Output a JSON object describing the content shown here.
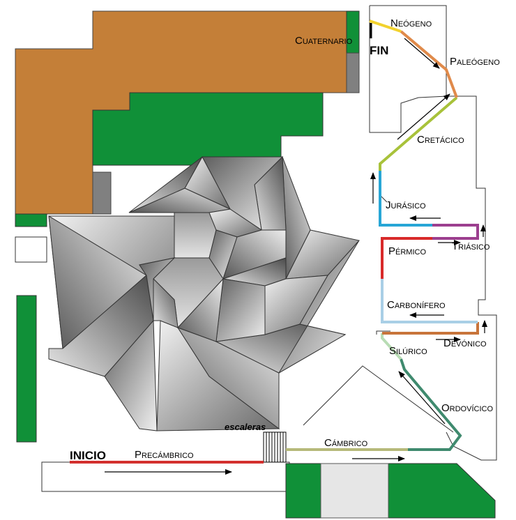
{
  "labels": {
    "start": "INICIO",
    "end": "FIN",
    "stairs": "escaleras"
  },
  "periods": [
    {
      "id": "precambrico",
      "name": "Precámbrico",
      "color": "#d3302e"
    },
    {
      "id": "cambrico",
      "name": "Cámbrico",
      "color": "#b6b97a"
    },
    {
      "id": "ordovicico",
      "name": "Ordovícico",
      "color": "#3f8a6e"
    },
    {
      "id": "silurico",
      "name": "Silúrico",
      "color": "#b8dcb4"
    },
    {
      "id": "devonico",
      "name": "Devónico",
      "color": "#c8743a"
    },
    {
      "id": "carbonifero",
      "name": "Carbonífero",
      "color": "#a9cfe6"
    },
    {
      "id": "permico",
      "name": "Pérmico",
      "color": "#d82a2a"
    },
    {
      "id": "triasico",
      "name": "Triásico",
      "color": "#9c3f8f"
    },
    {
      "id": "jurasico",
      "name": "Jurásico",
      "color": "#27a6d6"
    },
    {
      "id": "cretacico",
      "name": "Cretácico",
      "color": "#a8c23a"
    },
    {
      "id": "paleogeno",
      "name": "Paleógeno",
      "color": "#e08a4a"
    },
    {
      "id": "neogeno",
      "name": "Neógeno",
      "color": "#f2d22e"
    },
    {
      "id": "cuaternario",
      "name": "Cuaternario",
      "color": "#f6ee8a"
    }
  ],
  "colors": {
    "building": "#c47f38",
    "green": "#109038",
    "gray": "#808080",
    "light_gray": "#e6e6e6",
    "outline": "#444444"
  }
}
